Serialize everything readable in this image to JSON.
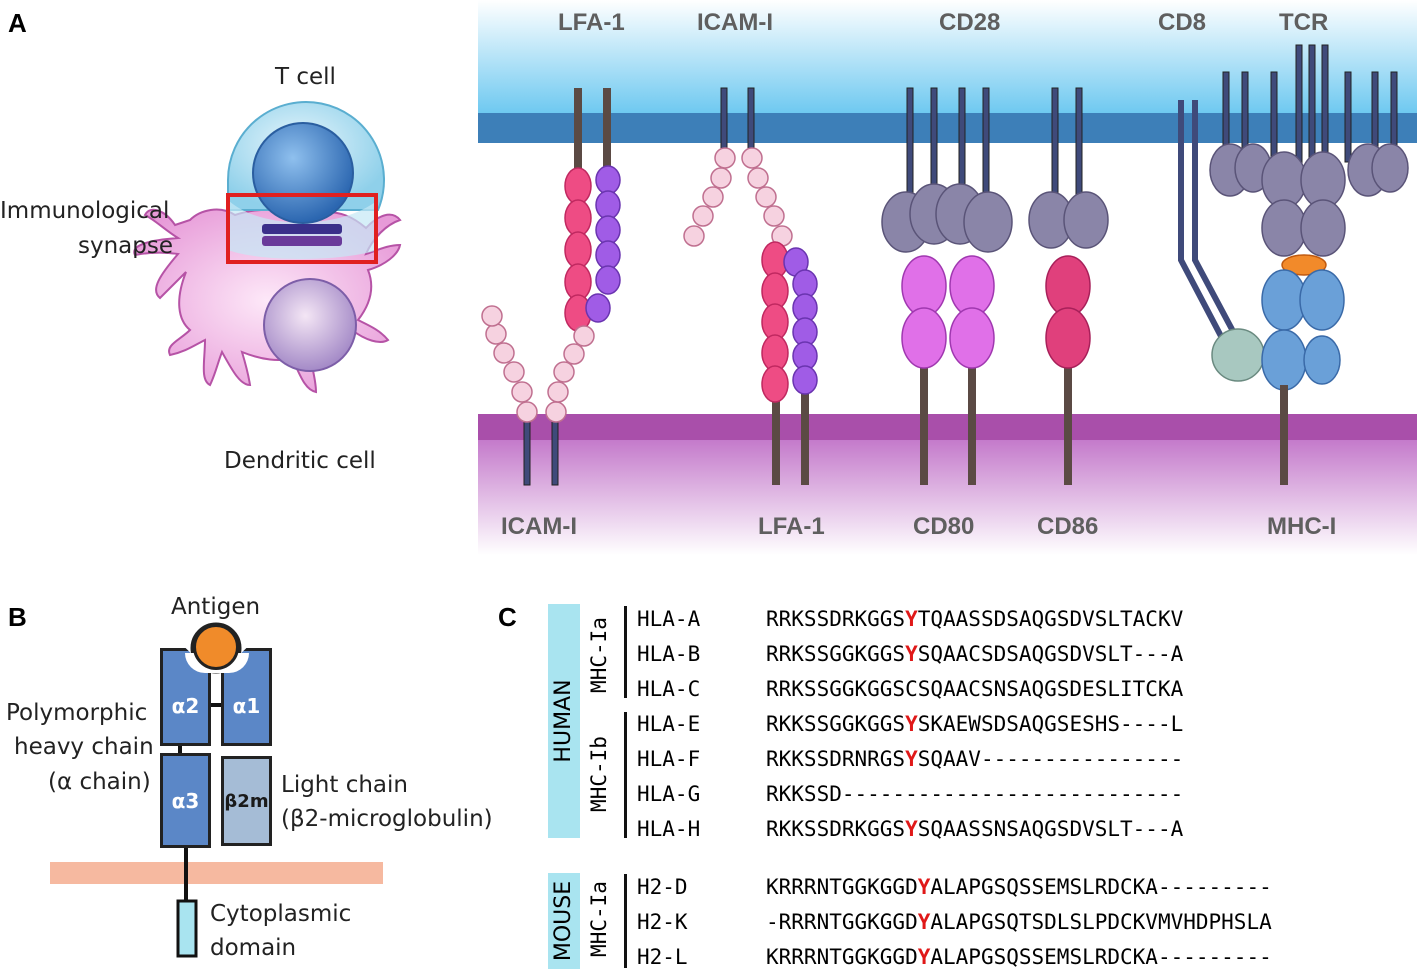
{
  "panels": {
    "a": "A",
    "b": "B",
    "c": "C"
  },
  "panel_a": {
    "t_cell": "T cell",
    "synapse_line1": "Immunological",
    "synapse_line2": "synapse",
    "dendritic": "Dendritic cell",
    "top_labels": [
      "LFA-1",
      "ICAM-I",
      "CD28",
      "CD8",
      "TCR"
    ],
    "bottom_labels": [
      "ICAM-I",
      "LFA-1",
      "CD80",
      "CD86",
      "MHC-I"
    ]
  },
  "panel_b": {
    "antigen": "Antigen",
    "heavy_line1": "Polymorphic",
    "heavy_line2": "heavy chain",
    "heavy_line3": "(α chain)",
    "light_line1": "Light chain",
    "light_line2": "(β2-microglobulin)",
    "cyto_line1": "Cytoplasmic",
    "cyto_line2": "domain",
    "a1": "α1",
    "a2": "α2",
    "a3": "α3",
    "b2m": "β2m"
  },
  "panel_c": {
    "human": "HUMAN",
    "mouse": "MOUSE",
    "mhc_ia": "MHC-Ia",
    "mhc_ib": "MHC-Ib",
    "human_rows": [
      {
        "name": "HLA-A",
        "pre": "RRKSSDRKGGS",
        "y": "Y",
        "post": "TQAASSDSAQGSDVSLTACKV"
      },
      {
        "name": "HLA-B",
        "pre": "RRKSSGGKGGS",
        "y": "Y",
        "post": "SQAACSDSAQGSDVSLT---A"
      },
      {
        "name": "HLA-C",
        "pre": "RRKSSGGKGGSCSQAACSNSAQGSDESLITCKA",
        "y": "",
        "post": ""
      },
      {
        "name": "HLA-E",
        "pre": "RKKSSGGKGGS",
        "y": "Y",
        "post": "SKAEWSDSAQGSESHS----L"
      },
      {
        "name": "HLA-F",
        "pre": "RKKSSDRNRGS",
        "y": "Y",
        "post": "SQAAV----------------"
      },
      {
        "name": "HLA-G",
        "pre": "RKKSSD---------------------------",
        "y": "",
        "post": ""
      },
      {
        "name": "HLA-H",
        "pre": "RKKSSDRKGGS",
        "y": "Y",
        "post": "SQAASSNSAQGSDVSLT---A"
      }
    ],
    "mouse_rows": [
      {
        "name": "H2-D",
        "pre": "KRRRNTGGKGGD",
        "y": "Y",
        "post": "ALAPGSQSSEMSLRDCKA---------"
      },
      {
        "name": "H2-K",
        "pre": "-RRRNTGGKGGD",
        "y": "Y",
        "post": "ALAPGSQTSDLSLPDCKVMVHDPHSLA"
      },
      {
        "name": "H2-L",
        "pre": "KRRRNTGGKGGD",
        "y": "Y",
        "post": "ALAPGSQSSEMSLRDCKA---------"
      }
    ]
  }
}
